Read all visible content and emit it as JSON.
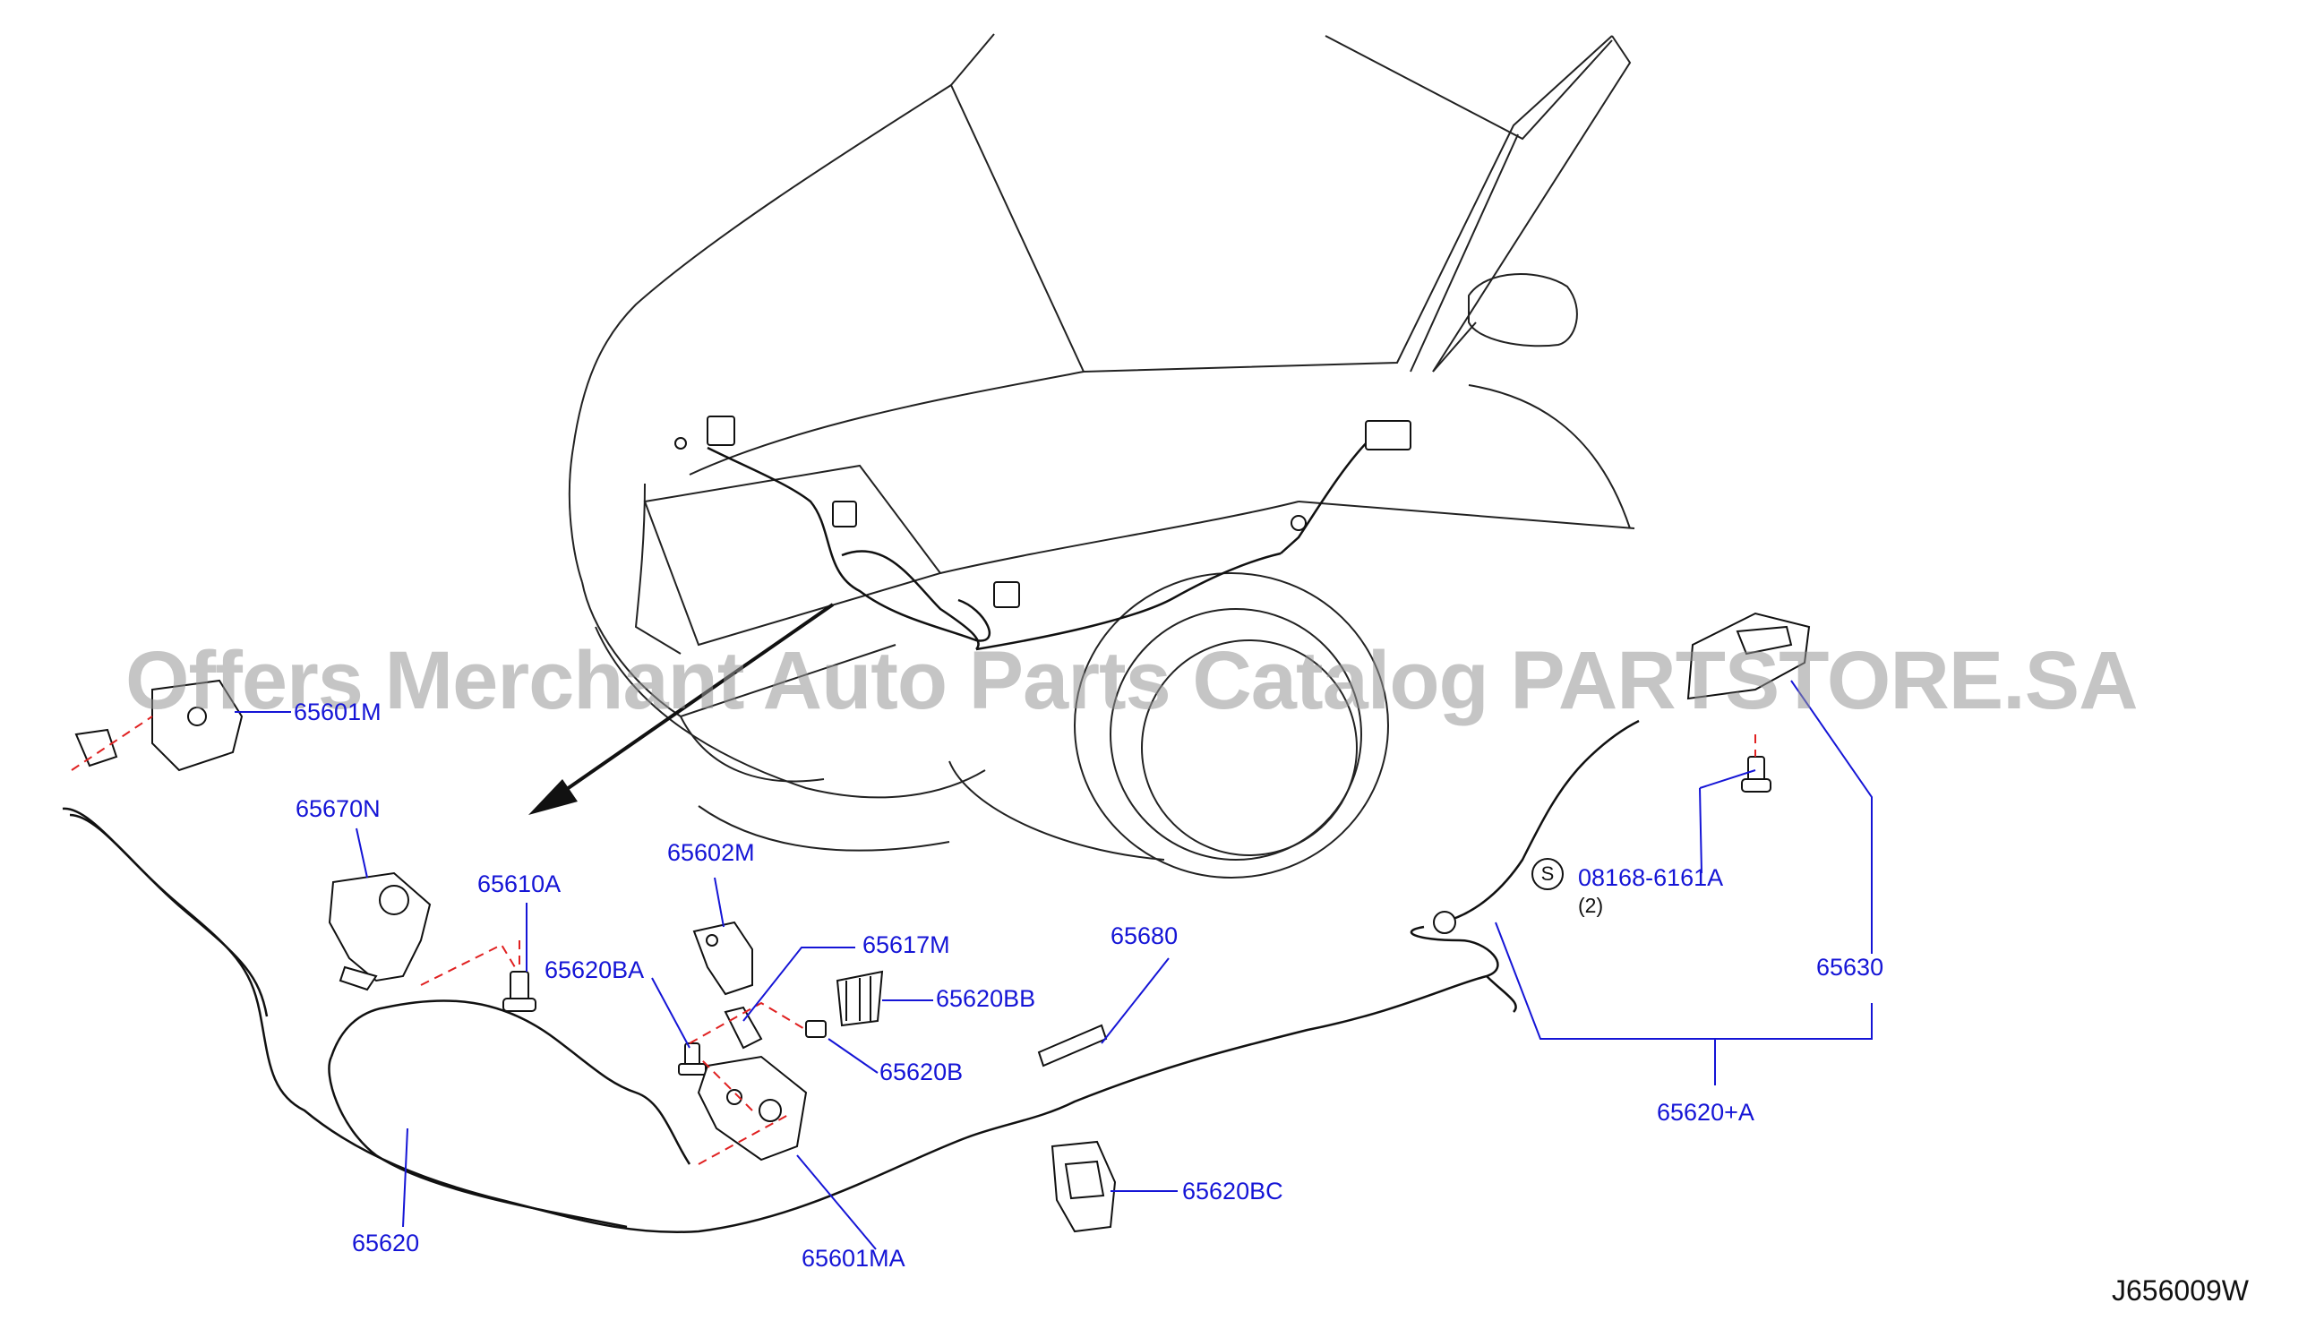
{
  "watermark": "Offers Merchant Auto Parts Catalog PARTSTORE.SA",
  "figure_ref": "J656009W",
  "callouts": {
    "p65601m": "65601M",
    "p65670n": "65670N",
    "p65610a": "65610A",
    "p65620ba": "65620BA",
    "p65602m": "65602M",
    "p65617m": "65617M",
    "p65620bb": "65620BB",
    "p65620b": "65620B",
    "p65680": "65680",
    "p65620": "65620",
    "p65601ma": "65601MA",
    "p65620bc": "65620BC",
    "p08168": "08168-6161A",
    "p65630": "65630",
    "p65620a": "65620+A"
  },
  "s_marker": "S",
  "quantity": "(2)",
  "colors": {
    "callout_text": "#1515d6",
    "leader_line": "#1515d6",
    "dashed_guide": "#e02020",
    "linework": "#111111"
  }
}
